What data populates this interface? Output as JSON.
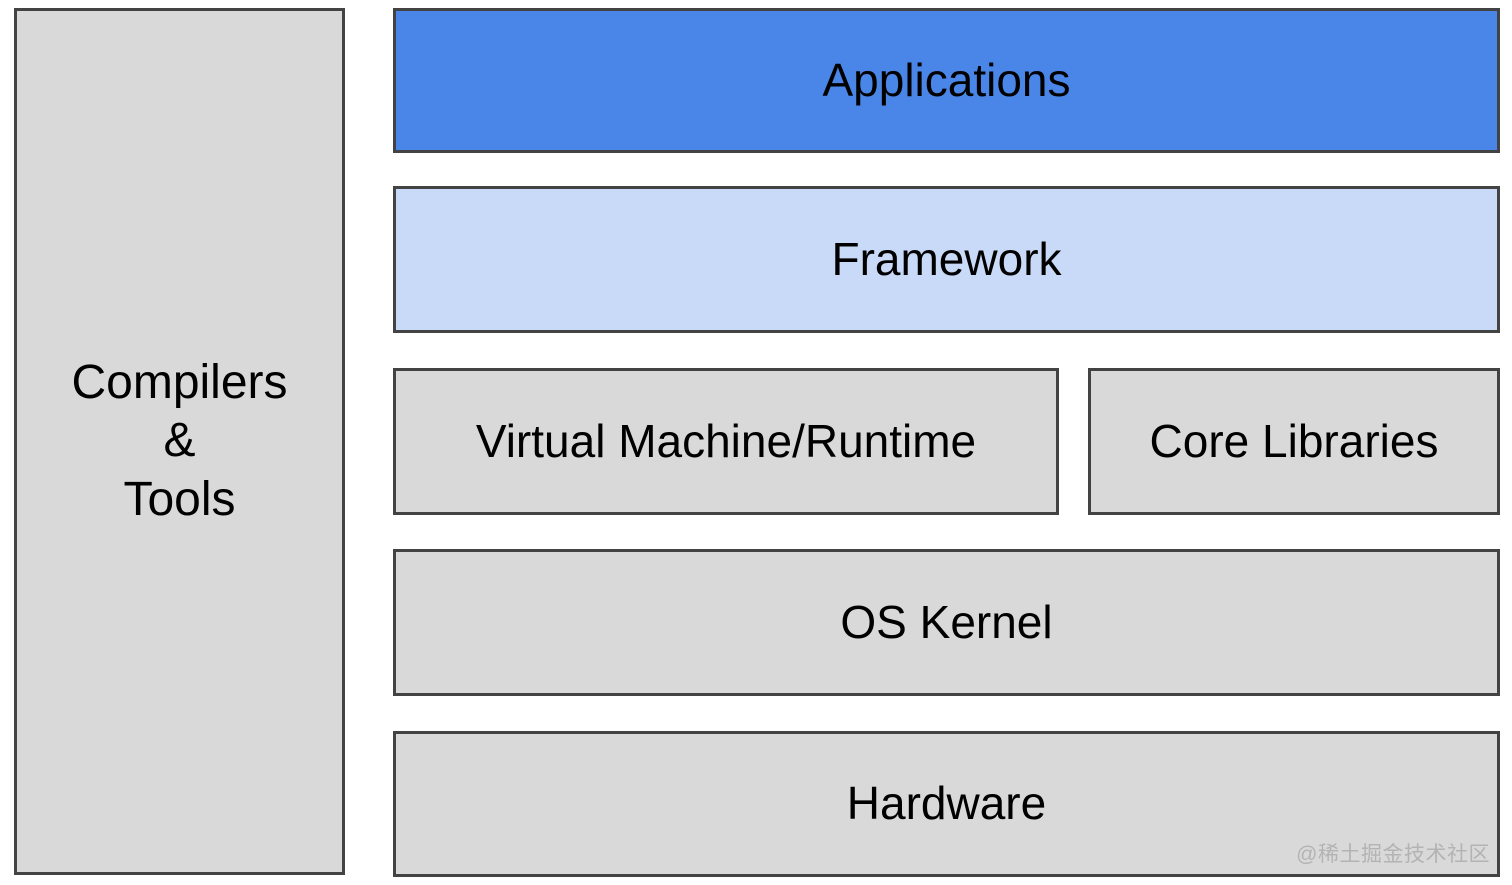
{
  "diagram": {
    "type": "architecture-stack",
    "left_panel": {
      "label_lines": {
        "line1": "Compilers",
        "line2": "&",
        "line3": "Tools"
      },
      "bg": "#d9d9d9"
    },
    "layers": [
      {
        "id": "applications",
        "label": "Applications",
        "bg": "#4a86e8"
      },
      {
        "id": "framework",
        "label": "Framework",
        "bg": "#c9daf8"
      },
      {
        "id": "vm-runtime",
        "label": "Virtual Machine/Runtime",
        "bg": "#d9d9d9"
      },
      {
        "id": "core-libraries",
        "label": "Core Libraries",
        "bg": "#d9d9d9"
      },
      {
        "id": "os-kernel",
        "label": "OS Kernel",
        "bg": "#d9d9d9"
      },
      {
        "id": "hardware",
        "label": "Hardware",
        "bg": "#d9d9d9"
      }
    ],
    "watermark": "@稀土掘金技术社区",
    "colors": {
      "background": "#ffffff",
      "border": "#434343",
      "text": "#000000",
      "accent_blue": "#4a86e8",
      "light_blue": "#c9daf8",
      "gray": "#d9d9d9",
      "watermark": "#b3b3b3"
    }
  }
}
